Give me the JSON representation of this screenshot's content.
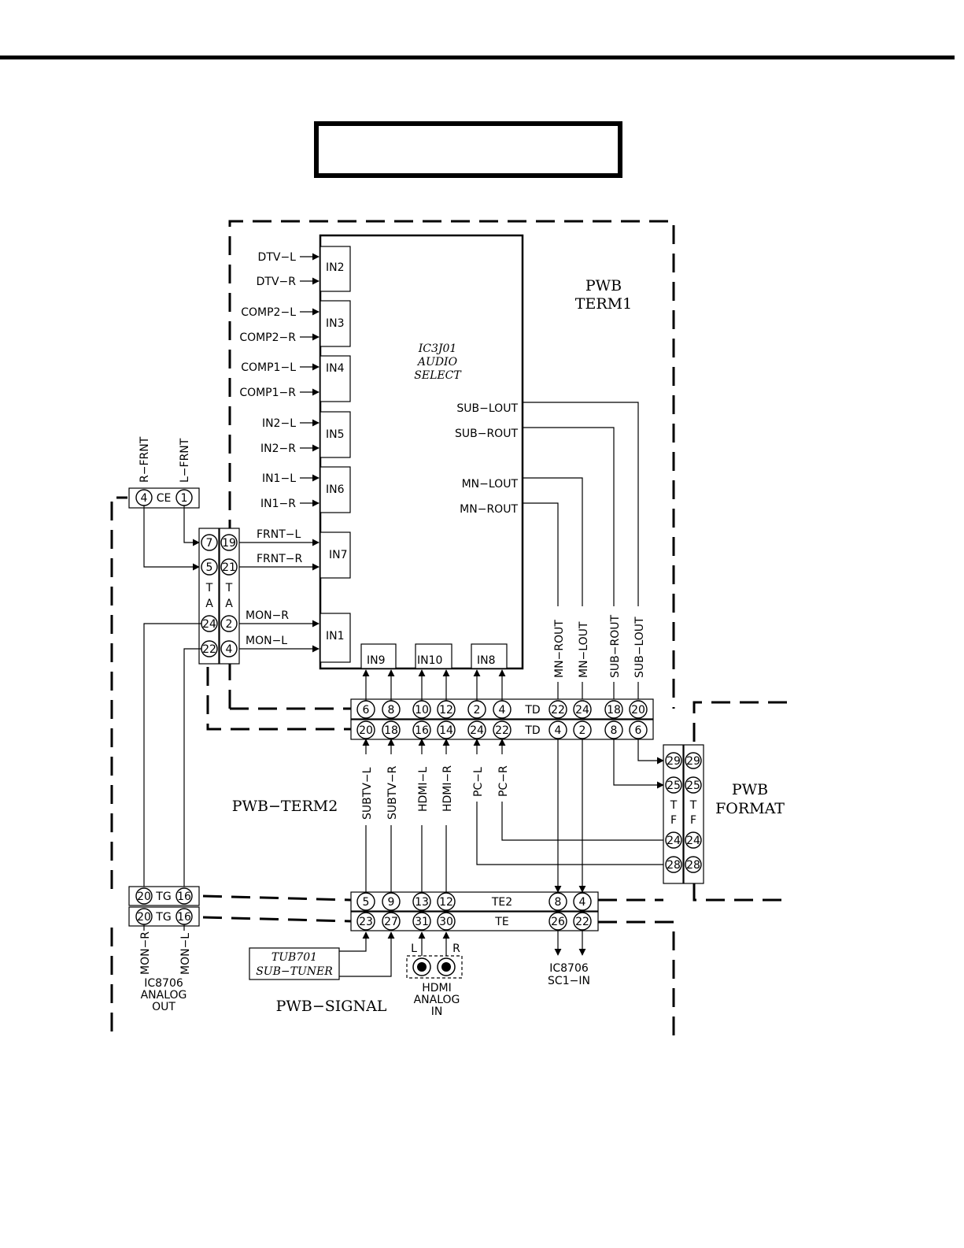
{
  "ic": {
    "name": "IC3J01",
    "line2": "AUDIO",
    "line3": "SELECT"
  },
  "boards": {
    "term1_line1": "PWB",
    "term1_line2": "TERM1",
    "term2": "PWB−TERM2",
    "format_line1": "PWB",
    "format_line2": "FORMAT",
    "signal": "PWB−SIGNAL"
  },
  "inputs": {
    "in2": "IN2",
    "in3": "IN3",
    "in4": "IN4",
    "in5": "IN5",
    "in6": "IN6",
    "in7": "IN7",
    "in1": "IN1",
    "in9": "IN9",
    "in10": "IN10",
    "in8": "IN8"
  },
  "input_signals": {
    "dtv_l": "DTV−L",
    "dtv_r": "DTV−R",
    "comp2_l": "COMP2−L",
    "comp2_r": "COMP2−R",
    "comp1_l": "COMP1−L",
    "comp1_r": "COMP1−R",
    "in2_l": "IN2−L",
    "in2_r": "IN2−R",
    "in1_l": "IN1−L",
    "in1_r": "IN1−R",
    "frnt_l": "FRNT−L",
    "frnt_r": "FRNT−R",
    "mon_r": "MON−R",
    "mon_l": "MON−L"
  },
  "outputs": {
    "sub_lout": "SUB−LOUT",
    "sub_rout": "SUB−ROUT",
    "mn_lout": "MN−LOUT",
    "mn_rout": "MN−ROUT"
  },
  "vertical_labels": {
    "mn_rout": "MN−ROUT",
    "mn_lout": "MN−LOUT",
    "sub_rout": "SUB−ROUT",
    "sub_lout": "SUB−LOUT",
    "subtv_l": "SUBTV−L",
    "subtv_r": "SUBTV−R",
    "hdmi_l": "HDMI−L",
    "hdmi_r": "HDMI−R",
    "pc_l": "PC−L",
    "pc_r": "PC−R",
    "r_frnt": "R−FRNT",
    "l_frnt": "L−FRNT",
    "mon_r": "MON−R",
    "mon_l": "MON−L"
  },
  "connectors": {
    "ce": "CE",
    "ta": "T A",
    "td": "TD",
    "tf": "T F",
    "tg": "TG",
    "te2": "TE2",
    "te": "TE"
  },
  "pins": {
    "ce": [
      "4",
      "1"
    ],
    "ta_left": [
      "7",
      "5",
      "24",
      "22"
    ],
    "ta_right": [
      "19",
      "21",
      "2",
      "4"
    ],
    "td_top": [
      "6",
      "8",
      "10",
      "12",
      "2",
      "4",
      "22",
      "24",
      "18",
      "20"
    ],
    "td_bottom": [
      "20",
      "18",
      "16",
      "14",
      "24",
      "22",
      "4",
      "2",
      "8",
      "6"
    ],
    "tf": [
      "29",
      "25",
      "24",
      "28"
    ],
    "tg_top": [
      "20",
      "16"
    ],
    "tg_bottom": [
      "20",
      "16"
    ],
    "te2": [
      "5",
      "9",
      "13",
      "12",
      "8",
      "4"
    ],
    "te": [
      "23",
      "27",
      "31",
      "30",
      "26",
      "22"
    ]
  },
  "tub701": {
    "line1": "TUB701",
    "line2": "SUB−TUNER"
  },
  "hdmi_jack": {
    "l": "L",
    "r": "R",
    "line1": "HDMI",
    "line2": "ANALOG",
    "line3": "IN"
  },
  "ic8706_out": {
    "line1": "IC8706",
    "line2": "ANALOG",
    "line3": "OUT"
  },
  "ic8706_in": {
    "line1": "IC8706",
    "line2": "SC1−IN"
  }
}
